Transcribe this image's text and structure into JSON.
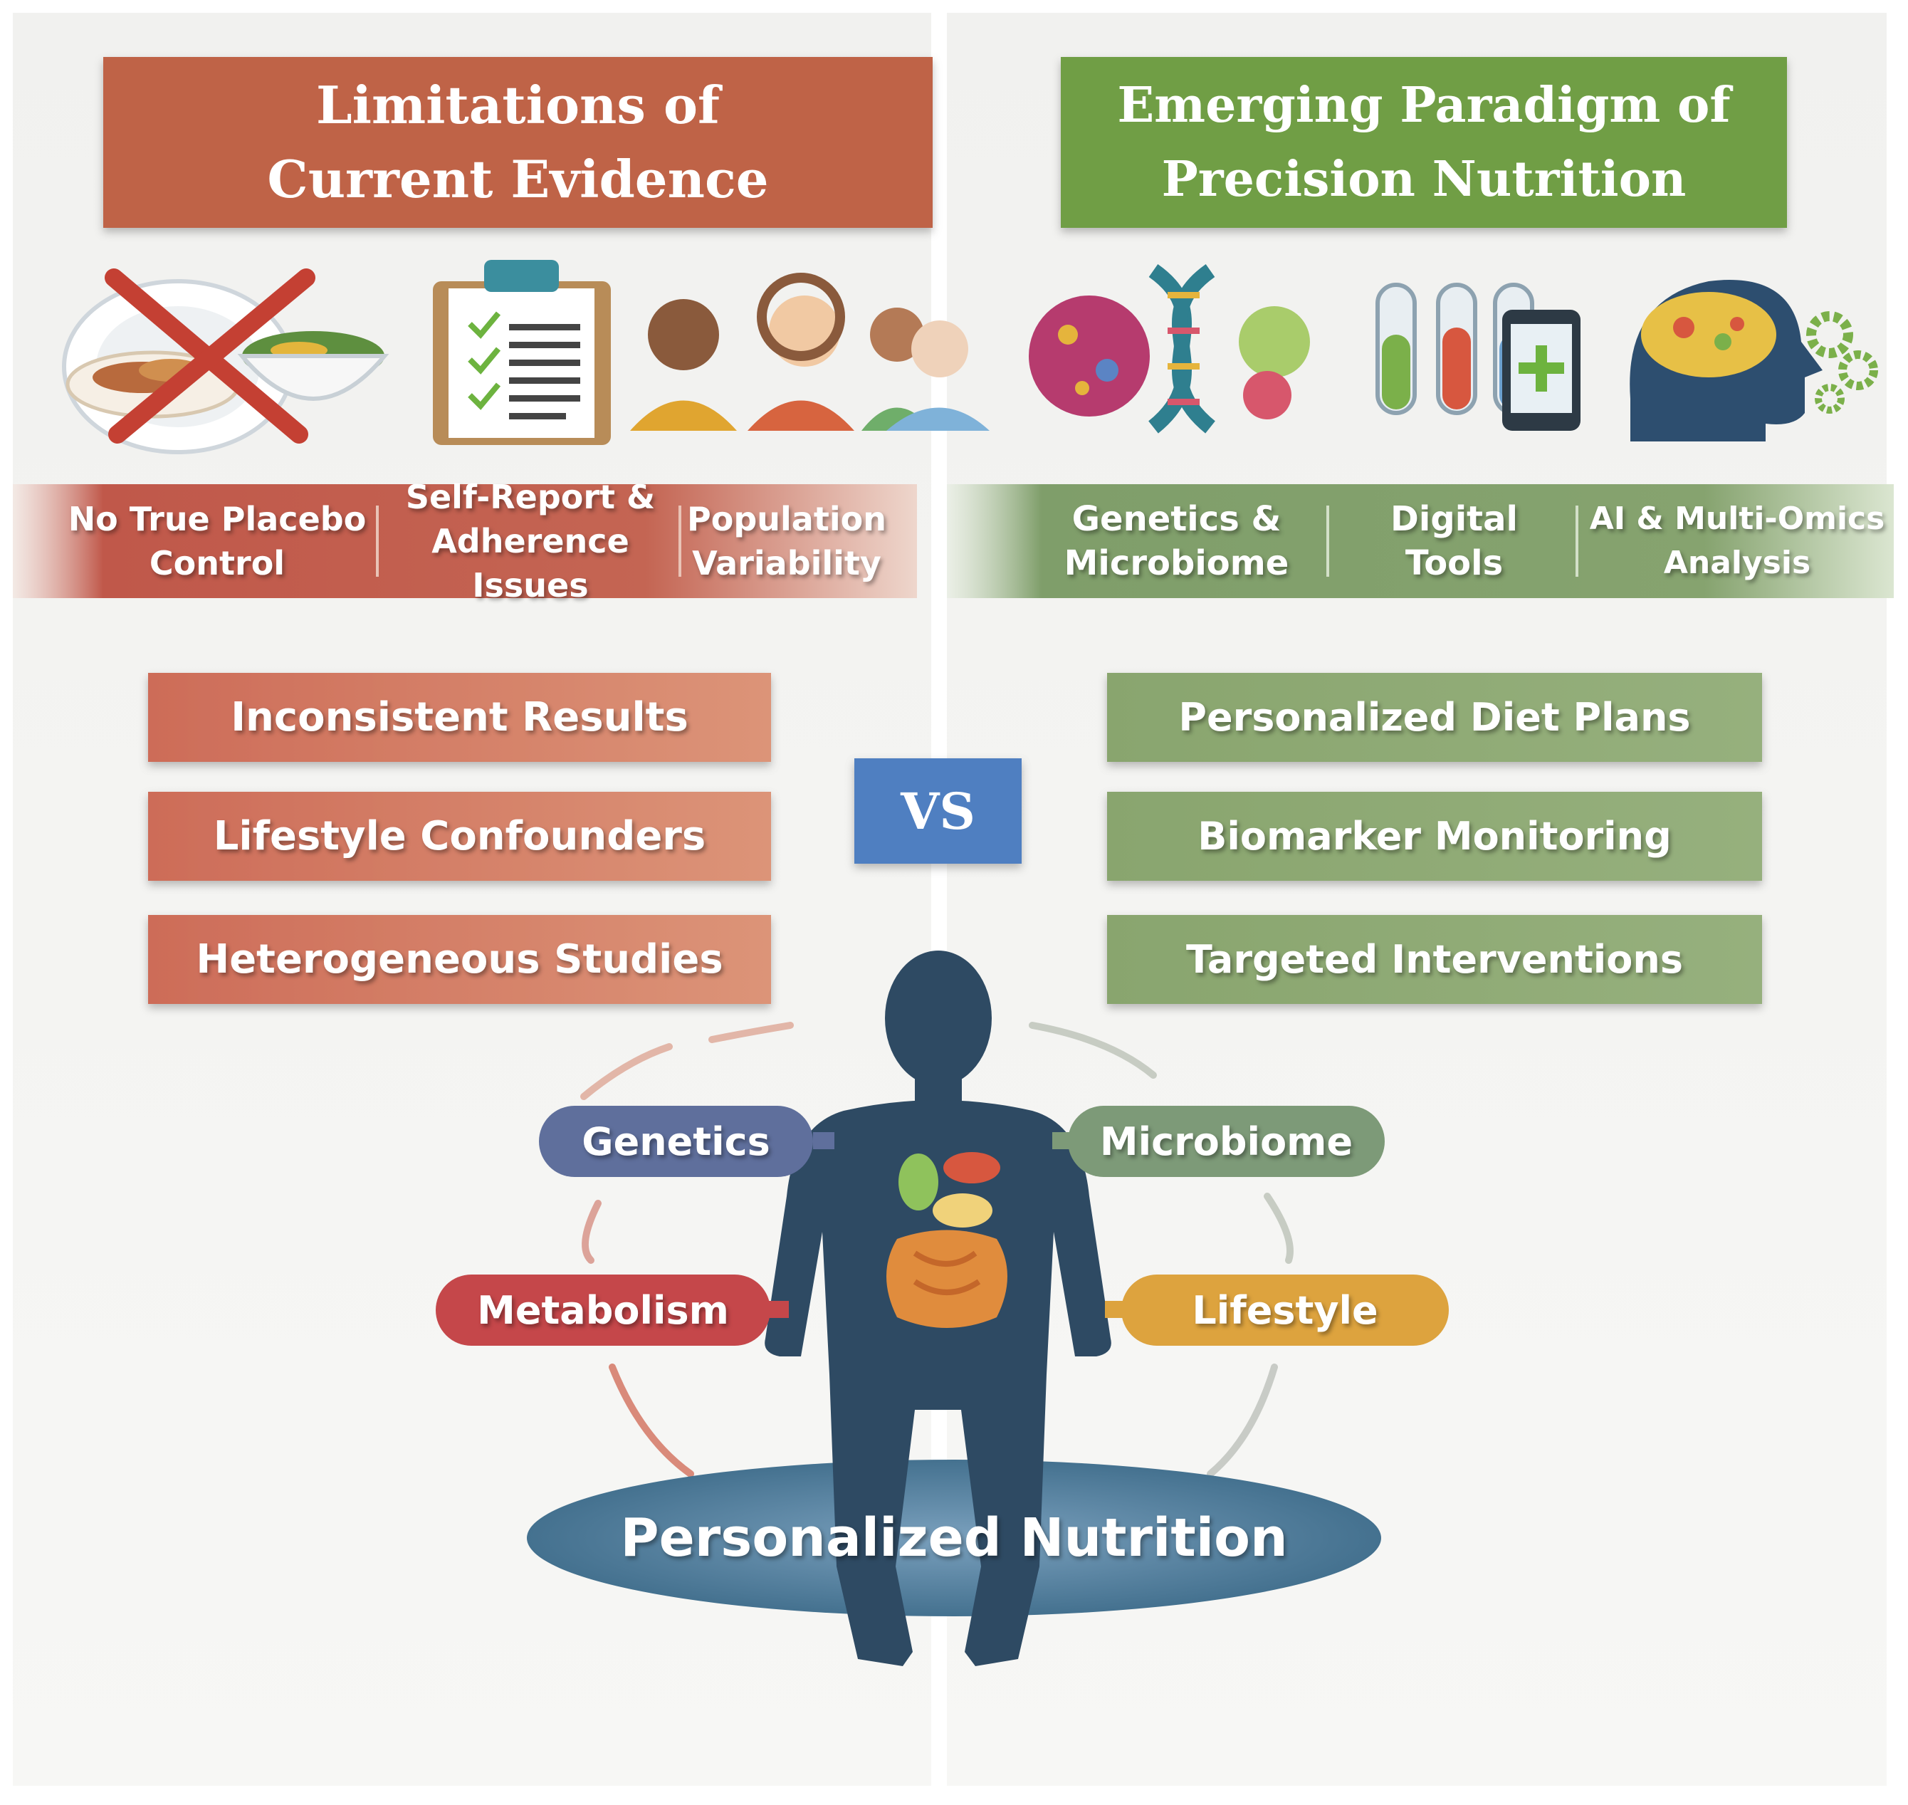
{
  "left": {
    "title_line1": "Limitations of",
    "title_line2": "Current Evidence",
    "banner": [
      {
        "line1": "No True Placebo",
        "line2": "Control"
      },
      {
        "line1": "Self-Report &",
        "line2": "Adherence Issues"
      },
      {
        "line1": "Population",
        "line2": "Variability"
      }
    ],
    "boxes": [
      "Inconsistent Results",
      "Lifestyle Confounders",
      "Heterogeneous Studies"
    ]
  },
  "right": {
    "title_line1": "Emerging Paradigm of",
    "title_line2": "Precision Nutrition",
    "banner": [
      {
        "line1": "Genetics &",
        "line2": "Microbiome"
      },
      {
        "line1": "Digital",
        "line2": "Tools"
      },
      {
        "line1": "AI & Multi-Omics",
        "line2": "Analysis"
      }
    ],
    "boxes": [
      "Personalized Diet Plans",
      "Biomarker Monitoring",
      "Targeted Interventions"
    ]
  },
  "vs_label": "VS",
  "factors": {
    "genetics": "Genetics",
    "microbiome": "Microbiome",
    "metabolism": "Metabolism",
    "lifestyle": "Lifestyle"
  },
  "center_label": "Personalized Nutrition",
  "colors": {
    "left_accent": "#bf6447",
    "left_banner": "#c0584a",
    "left_box": "#d07a5e",
    "right_accent": "#6f9e44",
    "right_banner": "#7f9e6a",
    "right_box": "#8daa72",
    "vs_blue": "#4f7fc1",
    "body_silhouette": "#2e4a63",
    "pill_genetics": "#5f6f9c",
    "pill_microbiome": "#7d9a78",
    "pill_metabolism": "#c5474a",
    "pill_lifestyle": "#dda33e",
    "center_ellipse": "#5d8aab"
  },
  "icons": [
    "crossed-out-plate-icon",
    "bowl-icon",
    "clipboard-checklist-icon",
    "people-group-icon",
    "microbe-icon",
    "dna-icon",
    "test-tubes-icon",
    "smartphone-health-icon",
    "brain-head-icon",
    "gears-icon"
  ]
}
